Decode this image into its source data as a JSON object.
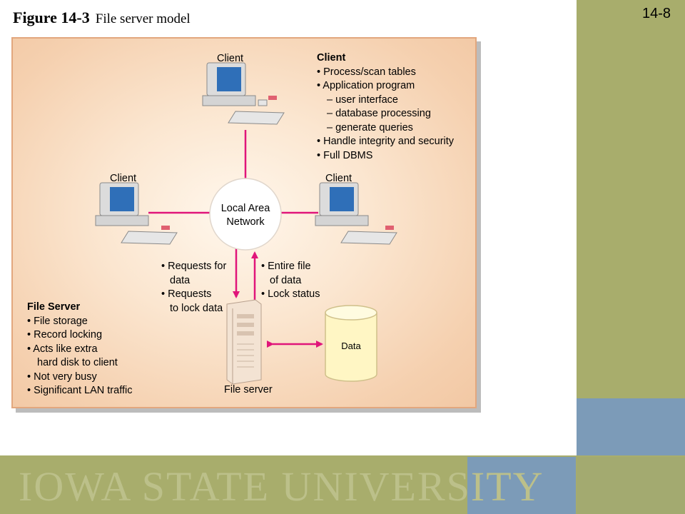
{
  "slide": {
    "page_number": "14-8",
    "figure_number": "Figure 14-3",
    "figure_caption": "File server model",
    "footer_wordmark": "IOWA STATE UNIVERSITY"
  },
  "diagram": {
    "client_top_label": "Client",
    "client_left_label": "Client",
    "client_right_label": "Client",
    "lan_label_line1": "Local Area",
    "lan_label_line2": "Network",
    "file_server_label": "File server",
    "data_label": "Data",
    "client_notes": {
      "title": "Client",
      "lines": [
        "• Process/scan tables",
        "• Application program",
        "  – user interface",
        "  – database processing",
        "  – generate queries",
        "• Handle integrity and security",
        "• Full DBMS"
      ]
    },
    "server_notes": {
      "title": "File Server",
      "lines": [
        "• File storage",
        "• Record locking",
        "• Acts like extra",
        "   hard disk to client",
        "• Not very busy",
        "• Significant LAN traffic"
      ]
    },
    "request_notes": {
      "lines": [
        "• Requests for",
        "   data",
        "• Requests",
        "   to lock data"
      ]
    },
    "response_notes": {
      "lines": [
        "• Entire file",
        "   of data",
        "• Lock status"
      ]
    },
    "colors": {
      "link": "#e0157a",
      "panel_border": "#e2a77e",
      "accent_olive": "#a8ad6c"
    }
  }
}
